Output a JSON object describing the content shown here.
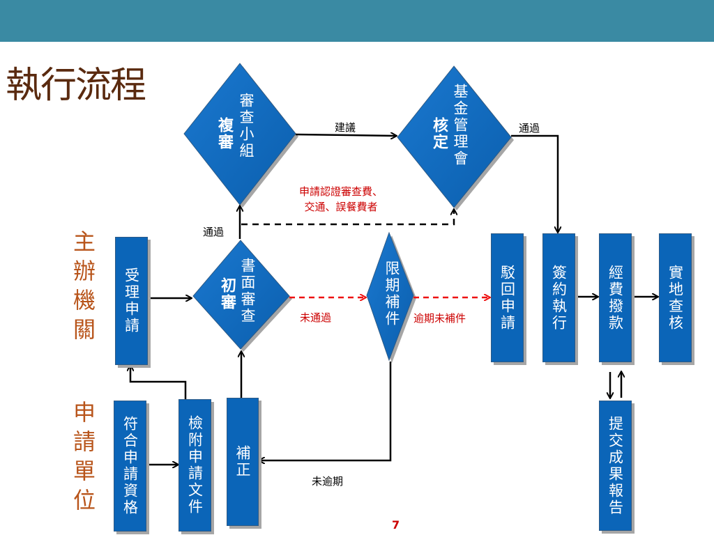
{
  "title": "執行流程",
  "side_labels": {
    "organizer": "主辦機關",
    "applicant": "申請單位"
  },
  "boxes": {
    "accept": "受理申請",
    "qualify": "符合申請資格",
    "attach": "檢附申請文件",
    "supplement": "補正",
    "reject": "駁回申請",
    "sign": "簽約執行",
    "fund": "經費撥款",
    "inspect": "實地查核",
    "report": "提交成果報告"
  },
  "diamonds": {
    "initial": {
      "main": "初審",
      "sub": "書面審查"
    },
    "review": {
      "main": "複審",
      "sub": "審查小組"
    },
    "approve": {
      "main": "核定",
      "sub": "基金管理會"
    },
    "deadline": {
      "sub": "限期補件"
    }
  },
  "edge_labels": {
    "suggest": "建議",
    "pass_top": "通過",
    "pass_left": "通過",
    "fail": "未通過",
    "overdue": "逾期未補件",
    "not_overdue": "未逾期",
    "subsidy_line1": "申請認證審查費、",
    "subsidy_line2": "交通、誤餐費者"
  },
  "page_number": "7",
  "colors": {
    "header": "#3a8aa3",
    "box": "#0b65b8",
    "title": "#5a2a0f",
    "side": "#b8541a",
    "dashed_red": "#ee1111"
  }
}
